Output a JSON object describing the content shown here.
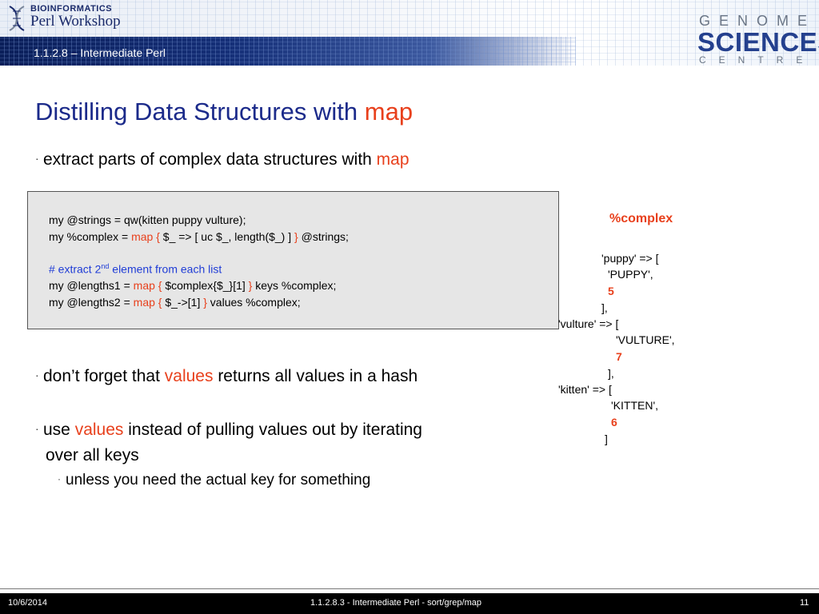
{
  "header": {
    "logo_line1": "BIOINFORMATICS",
    "logo_line2": "Perl Workshop",
    "course": "1.1.2.8 – Intermediate Perl",
    "brand_line1": "GENOME",
    "brand_line2": "SCIENCES",
    "brand_line3": "CENTRE"
  },
  "slide": {
    "title_prefix": "Distilling Data Structures with ",
    "title_keyword": "map",
    "bullet1_text": "extract parts of complex data structures with ",
    "bullet1_keyword": "map",
    "bullet2_prefix": "don’t forget that ",
    "bullet2_keyword": "values",
    "bullet2_suffix": " returns all values in a hash",
    "bullet3_prefix": "use ",
    "bullet3_keyword": "values",
    "bullet3_suffix": " instead of pulling values out by iterating",
    "bullet3_line2": "over all keys",
    "sub_bullet": "unless you need the actual key for something"
  },
  "code": {
    "line1": "my @strings = qw(kitten puppy vulture);",
    "line2_a": "my %complex = ",
    "line2_map": "map",
    "line2_brace_open": " { ",
    "line2_b": "$_ => [ uc $_, length($_) ] ",
    "line2_brace_close": "}",
    "line2_c": " @strings;",
    "comment_a": "# extract 2",
    "comment_sup": "nd",
    "comment_b": " element from each list",
    "line3_a": "my @lengths1 = ",
    "line3_map": "map",
    "line3_brace_open": " { ",
    "line3_b": "$complex{$_}[1] ",
    "line3_brace_close": "}",
    "line3_c": " keys %complex;",
    "line4_a": "my @lengths2 = ",
    "line4_map": "map",
    "line4_brace_open": " { ",
    "line4_b": "$_->[1] ",
    "line4_brace_close": "}",
    "line4_c": " values %complex;"
  },
  "dump": {
    "title": "%complex",
    "puppy_key": "'puppy' => [",
    "puppy_str": "'PUPPY',",
    "puppy_len": "5",
    "close1": "],",
    "vulture_key": "'vulture' => [",
    "vulture_str": "'VULTURE',",
    "vulture_len": "7",
    "close2": "],",
    "kitten_key": "'kitten' => [",
    "kitten_str": "'KITTEN',",
    "kitten_len": "6",
    "close3": "]"
  },
  "footer": {
    "date": "10/6/2014",
    "center": "1.1.2.8.3 - Intermediate Perl - sort/grep/map",
    "page": "11"
  },
  "colors": {
    "title_blue": "#1b2a8a",
    "keyword_red": "#e8401c",
    "comment_blue": "#1f3cd6"
  }
}
